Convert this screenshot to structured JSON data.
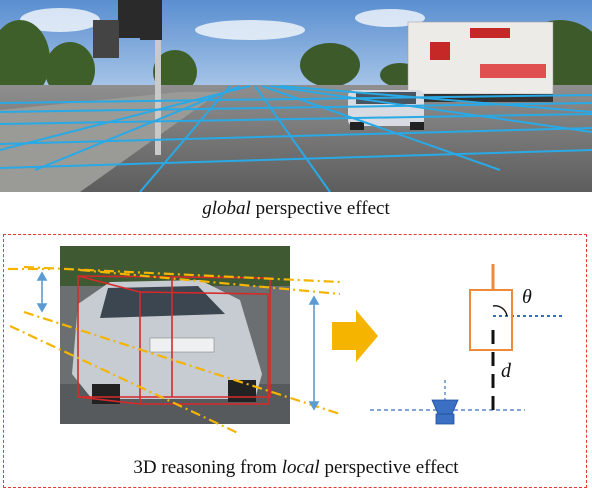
{
  "captions": {
    "global_prefix": "global",
    "global_suffix": " perspective effect",
    "local_prefix": "3D reasoning from ",
    "local_emph": "local",
    "local_suffix": " perspective effect"
  },
  "symbols": {
    "theta": "θ",
    "d": "d"
  },
  "colors": {
    "lane_lines": "#29a9e6",
    "dash_border": "#e53935",
    "box_red": "#d62a2a",
    "perspective_dash": "#f4b400",
    "arrow_orange": "#f4b400",
    "bird_box": "#ee8a3a",
    "camera_blue": "#3b6fc4",
    "measure_arrow": "#5b9bd5"
  }
}
